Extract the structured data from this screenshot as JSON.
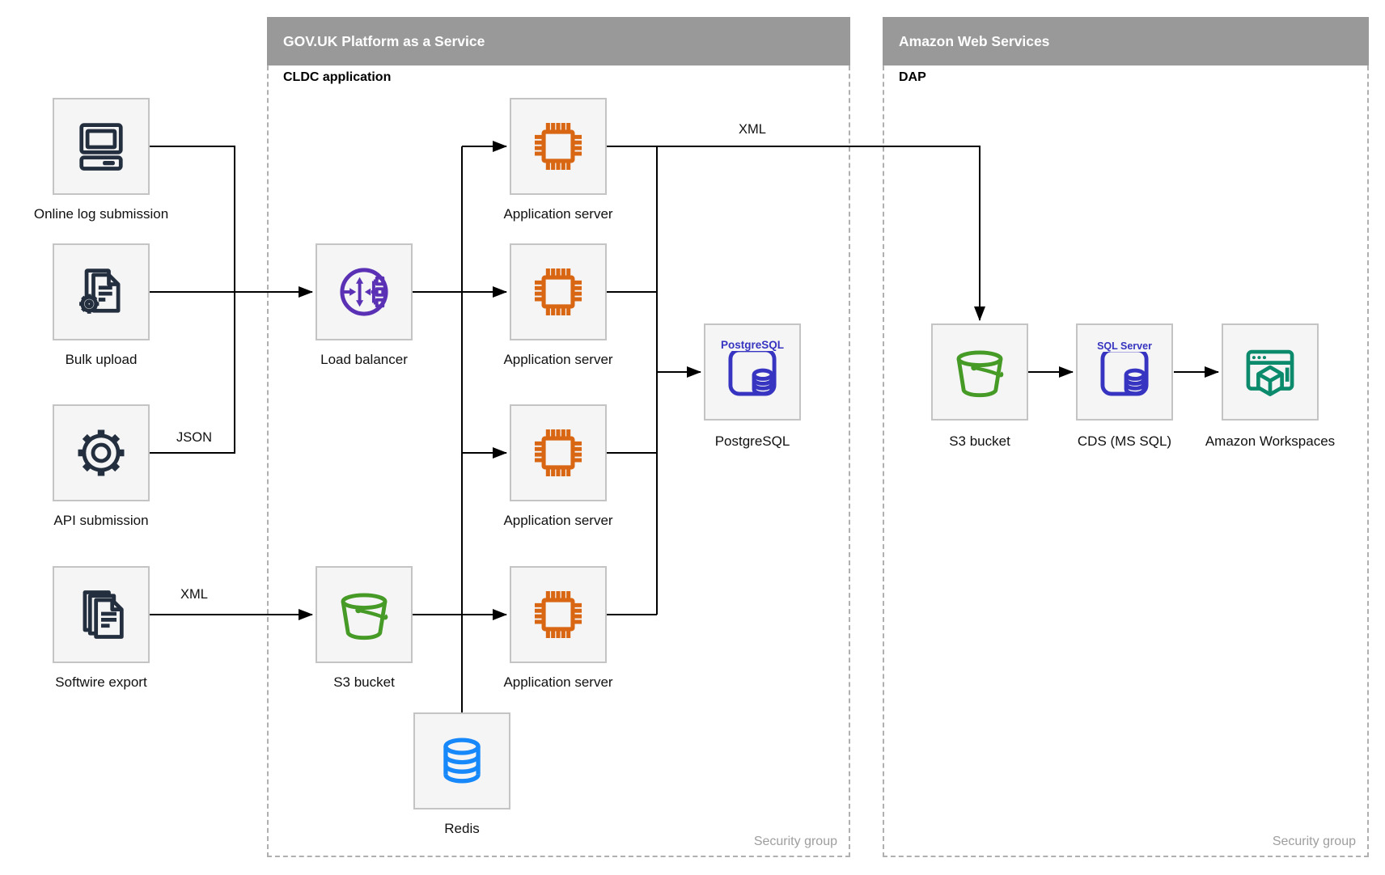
{
  "containers": {
    "paas": {
      "title": "GOV.UK Platform as a Service",
      "sublabel": "CLDC application",
      "footer": "Security group"
    },
    "aws": {
      "title": "Amazon Web Services",
      "sublabel": "DAP",
      "footer": "Security group"
    }
  },
  "nodes": {
    "online_log": {
      "label": "Online log submission"
    },
    "bulk_upload": {
      "label": "Bulk upload"
    },
    "api_submission": {
      "label": "API submission"
    },
    "softwire_export": {
      "label": "Softwire export"
    },
    "load_balancer": {
      "label": "Load balancer"
    },
    "s3_mid": {
      "label": "S3 bucket"
    },
    "app1": {
      "label": "Application server"
    },
    "app2": {
      "label": "Application server"
    },
    "app3": {
      "label": "Application server"
    },
    "app4": {
      "label": "Application server"
    },
    "postgresql": {
      "label": "PostgreSQL",
      "icon_text": "PostgreSQL"
    },
    "redis": {
      "label": "Redis"
    },
    "s3_aws": {
      "label": "S3 bucket"
    },
    "cds": {
      "label": "CDS (MS SQL)",
      "icon_text": "SQL Server"
    },
    "workspaces": {
      "label": "Amazon Workspaces"
    }
  },
  "edge_labels": {
    "json": "JSON",
    "xml_softwire": "XML",
    "xml_to_aws": "XML"
  },
  "colors": {
    "dark": "#232f3e",
    "purple": "#5a30b5",
    "orange": "#d86613",
    "indigo": "#3634c0",
    "green": "#469a26",
    "teal": "#0c8a6c",
    "redis_blue": "#1788fa",
    "line": "#000000",
    "header_bg": "#999999",
    "header_text": "#ffffff",
    "box_fill": "#f5f5f5",
    "box_border": "#c4c4c4",
    "dashed_border": "#b0b0b0",
    "muted_text": "#9e9e9e"
  }
}
